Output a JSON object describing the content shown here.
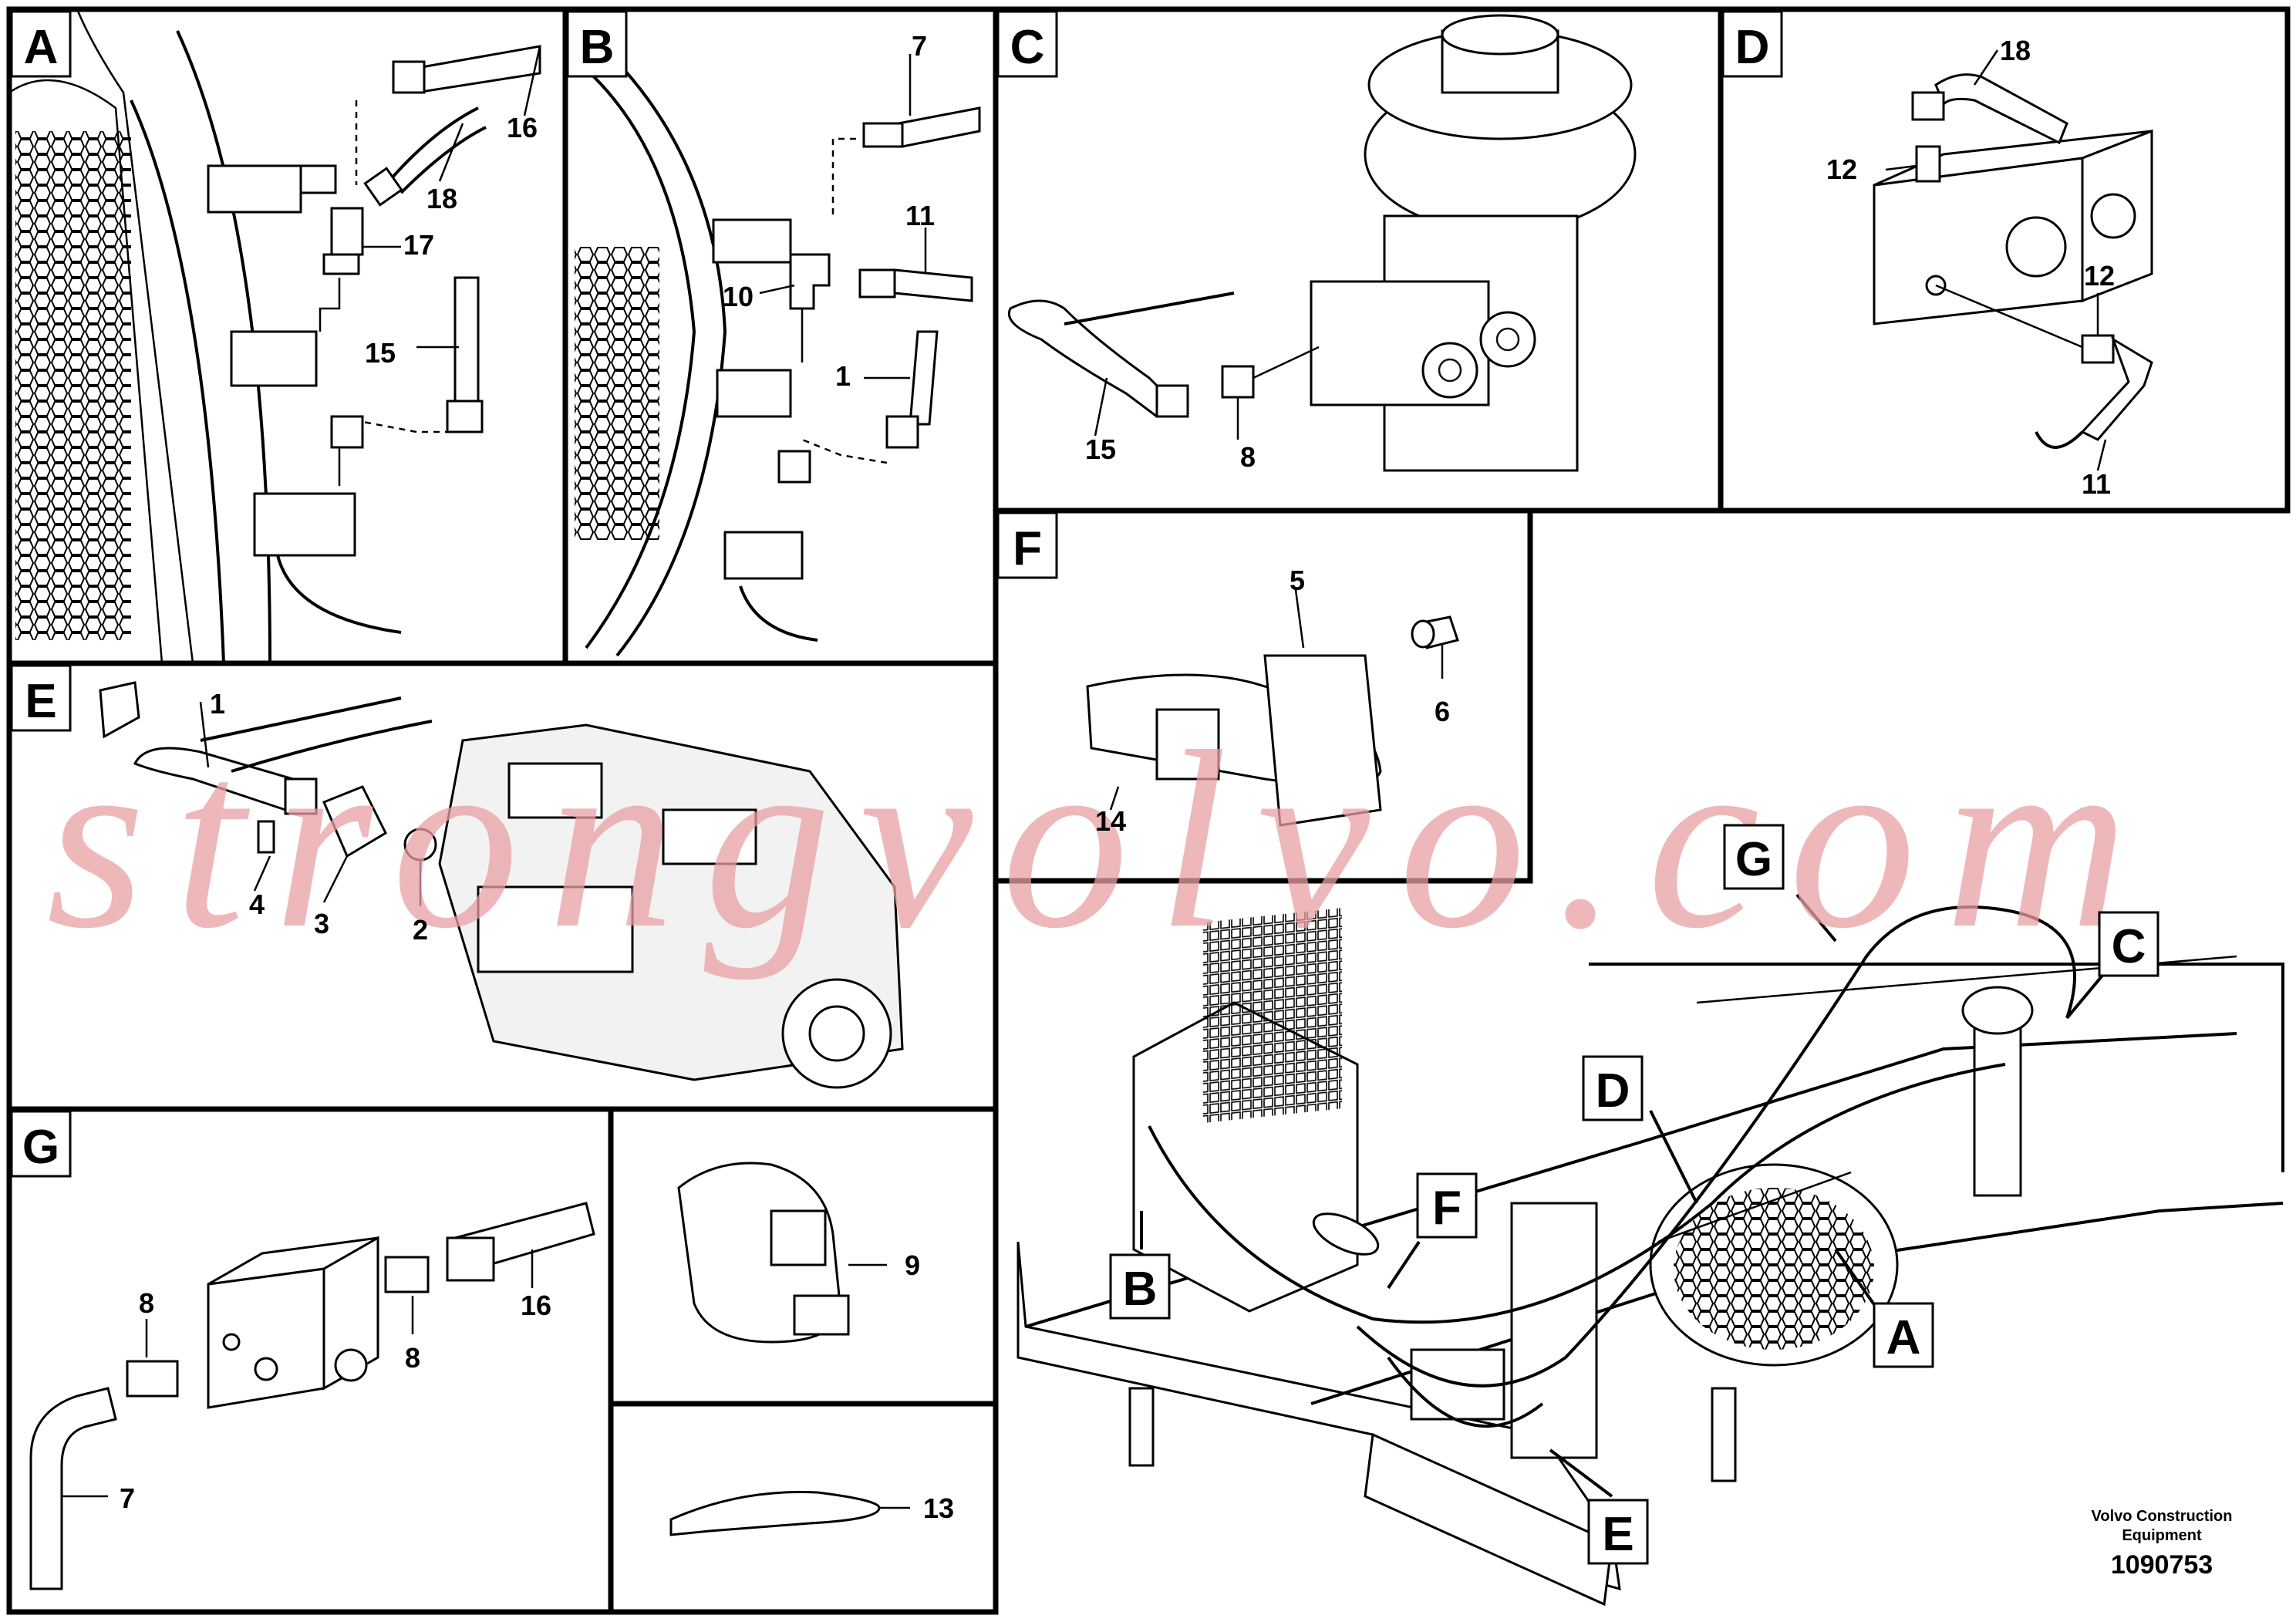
{
  "panels": {
    "A": {
      "label": "A",
      "callouts": [
        "16",
        "18",
        "17",
        "15"
      ]
    },
    "B": {
      "label": "B",
      "callouts": [
        "7",
        "11",
        "10",
        "1"
      ]
    },
    "C": {
      "label": "C",
      "callouts": [
        "15",
        "8"
      ]
    },
    "D": {
      "label": "D",
      "callouts": [
        "18",
        "12",
        "12",
        "11"
      ]
    },
    "E": {
      "label": "E",
      "callouts": [
        "1",
        "4",
        "3",
        "2"
      ]
    },
    "F": {
      "label": "F",
      "callouts": [
        "5",
        "6",
        "14"
      ]
    },
    "G": {
      "label": "G",
      "callouts": [
        "8",
        "8",
        "16",
        "7"
      ]
    },
    "clip": {
      "callouts": [
        "9"
      ]
    },
    "tie": {
      "callouts": [
        "13"
      ]
    }
  },
  "overview": {
    "markers": [
      "G",
      "C",
      "D",
      "F",
      "B",
      "A",
      "E"
    ]
  },
  "footer": {
    "company_line1": "Volvo Construction",
    "company_line2": "Equipment",
    "drawing_number": "1090753"
  },
  "watermark": "strongvolvo.com"
}
